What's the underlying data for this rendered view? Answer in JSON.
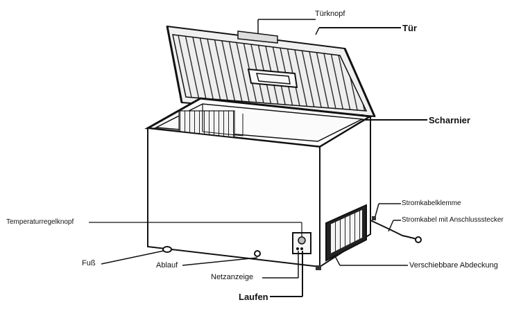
{
  "labels": {
    "tuerknopf": "Türknopf",
    "tuer": "Tür",
    "scharnier": "Scharnier",
    "stromkabelklemme": "Stromkabelklemme",
    "stromkabel": "Stromkabel mit Anschlussstecker",
    "temperaturregelknopf": "Temperaturregelknopf",
    "fuss": "Fuß",
    "ablauf": "Ablauf",
    "verschiebbare_abdeckung": "Verschiebbare Abdeckung",
    "netzanzeige": "Netzanzeige",
    "laufen": "Laufen"
  },
  "colors": {
    "line": "#111111",
    "background": "#ffffff"
  }
}
